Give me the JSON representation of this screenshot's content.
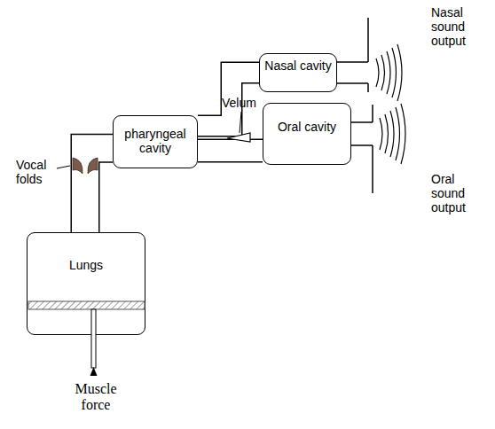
{
  "diagram": {
    "nodes": [
      {
        "text": [
          "Lungs"
        ]
      },
      {
        "text": [
          "pharyngeal cavity"
        ]
      },
      {
        "text": [
          "Nasal cavity"
        ]
      },
      {
        "text": [
          "Oral cavity"
        ]
      }
    ],
    "edges": [
      {
        "from": 0,
        "to": 1,
        "arrow": "none"
      },
      {
        "from": 1,
        "to": 2,
        "arrow": "none"
      },
      {
        "from": 1,
        "to": 3,
        "arrow": "none"
      }
    ],
    "labels": [
      "Vocal folds",
      "Velum",
      "Nasal sound output",
      "Oral sound output",
      "Muscle force"
    ]
  }
}
